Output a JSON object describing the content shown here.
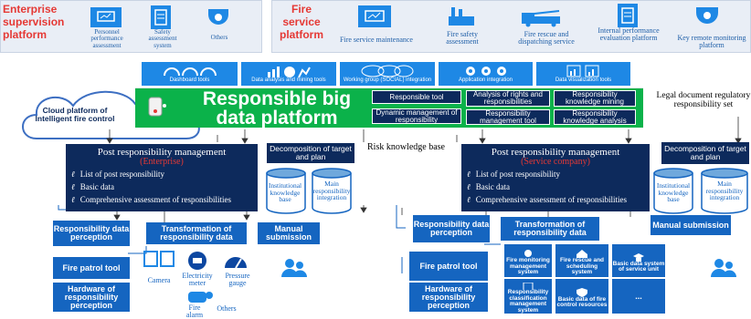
{
  "enterprise_panel": {
    "title": "Enterprise supervision platform",
    "items": [
      "Personnel performance assessment",
      "Safety assessment system",
      "Others"
    ]
  },
  "fire_panel": {
    "title": "Fire service platform",
    "items": [
      "Fire service maintenance",
      "Fire safety assessment",
      "Fire rescue and dispatching service",
      "Internal performance evaluation platform",
      "Key remote monitoring platform"
    ]
  },
  "tools_bar": {
    "items": [
      "Dashboard tools",
      "Data analysis and mining tools",
      "Working group (SOCIAL) integration",
      "Application integration",
      "Data visualization tools"
    ]
  },
  "cloud": {
    "label": "Cloud platform of Intelligent fire control"
  },
  "big_data": {
    "title": "Responsible big data platform",
    "tools": [
      "Responsible tool",
      "Analysis of rights and responsibilities",
      "Responsibility knowledge mining",
      "Dynamic management of responsibility",
      "Responsibility management tool",
      "Responsibility knowledge analysis"
    ]
  },
  "legal_doc": "Legal document regulatory responsibility set",
  "risk_kb": "Risk knowledge base",
  "left": {
    "panel_title": "Post responsibility management",
    "panel_sub": "(Enterprise)",
    "list": [
      "List of post responsibility",
      "Basic data",
      "Comprehensive assessment of responsibilities"
    ],
    "decomp": "Decomposition of target and plan",
    "cyl1": "Institutional knowledge base",
    "cyl2": "Main responsibility integration",
    "perception": "Responsibility data perception",
    "transformation": "Transformation of responsibility data",
    "manual": "Manual submission",
    "patrol": "Fire patrol tool",
    "hardware": "Hardware of responsibility perception",
    "devices": [
      "Camera",
      "Electricity meter",
      "Pressure gauge",
      "Fire alarm",
      "Others"
    ]
  },
  "right": {
    "panel_title": "Post responsibility management",
    "panel_sub": "(Service company)",
    "list": [
      "List of post responsibility",
      "Basic data",
      "Comprehensive assessment of responsibilities"
    ],
    "decomp": "Decomposition of target and plan",
    "cyl1": "Institutional knowledge base",
    "cyl2": "Main responsibility integration",
    "perception": "Responsibility data perception",
    "transformation": "Transformation of responsibility data",
    "manual": "Manual submission",
    "patrol": "Fire patrol tool",
    "hardware": "Hardware of responsibility perception",
    "systems": [
      "Fire monitoring management system",
      "Fire rescue and scheduling system",
      "Basic data system of service unit",
      "Responsibility classification management system",
      "Basic data of fire control resources",
      "..."
    ]
  },
  "colors": {
    "navy": "#0d2a5c",
    "blue": "#1565c0",
    "green": "#00a651",
    "red": "#e53935"
  }
}
